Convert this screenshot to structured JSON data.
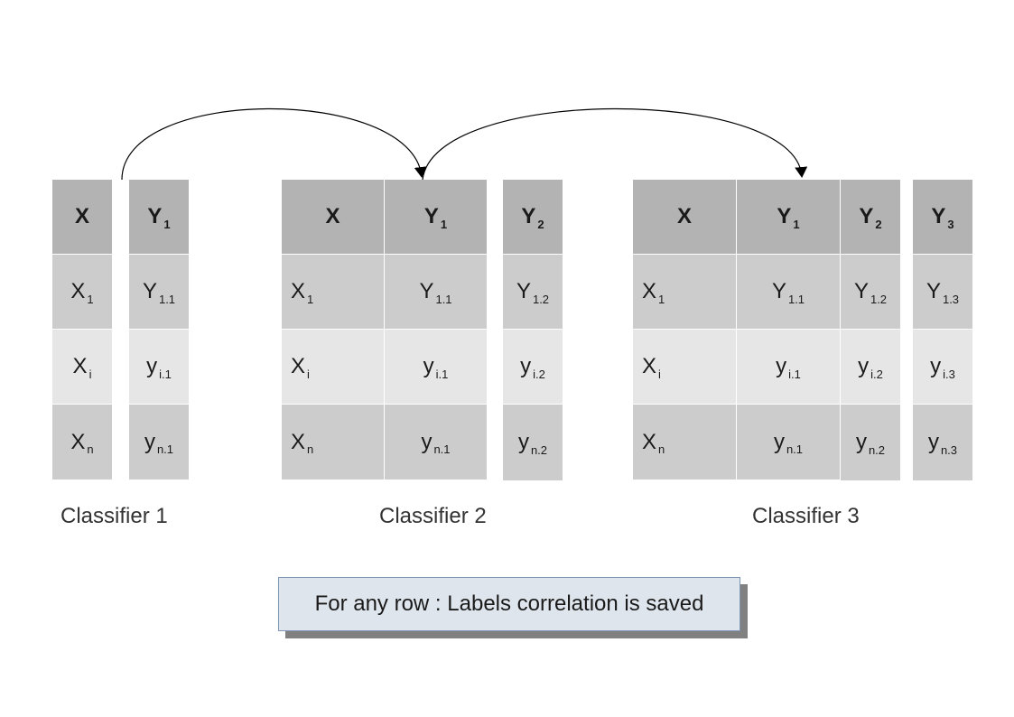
{
  "classifiers": [
    {
      "caption": "Classifier 1",
      "tables": [
        {
          "columns": [
            {
              "header": {
                "main": "X",
                "sub": ""
              },
              "cells": [
                {
                  "main": "X",
                  "sub": "1"
                },
                {
                  "main": "X",
                  "sub": "i"
                },
                {
                  "main": "X",
                  "sub": "n"
                }
              ]
            }
          ]
        },
        {
          "columns": [
            {
              "header": {
                "main": "Y",
                "sub": "1"
              },
              "cells": [
                {
                  "main": "Y",
                  "sub": "1.1"
                },
                {
                  "main": "y",
                  "sub": "i.1"
                },
                {
                  "main": "y",
                  "sub": "n.1"
                }
              ]
            }
          ]
        }
      ]
    },
    {
      "caption": "Classifier 2",
      "tables": [
        {
          "columns": [
            {
              "header": {
                "main": "X",
                "sub": ""
              },
              "cells": [
                {
                  "main": "X",
                  "sub": "1"
                },
                {
                  "main": "X",
                  "sub": "i"
                },
                {
                  "main": "X",
                  "sub": "n"
                }
              ]
            },
            {
              "header": {
                "main": "Y",
                "sub": "1"
              },
              "cells": [
                {
                  "main": "Y",
                  "sub": "1.1"
                },
                {
                  "main": "y",
                  "sub": "i.1"
                },
                {
                  "main": "y",
                  "sub": "n.1"
                }
              ]
            }
          ]
        },
        {
          "columns": [
            {
              "header": {
                "main": "Y",
                "sub": "2"
              },
              "cells": [
                {
                  "main": "Y",
                  "sub": "1.2"
                },
                {
                  "main": "y",
                  "sub": "i.2"
                },
                {
                  "main": "y",
                  "sub": "n.2"
                }
              ]
            }
          ]
        }
      ]
    },
    {
      "caption": "Classifier 3",
      "tables": [
        {
          "columns": [
            {
              "header": {
                "main": "X",
                "sub": ""
              },
              "cells": [
                {
                  "main": "X",
                  "sub": "1"
                },
                {
                  "main": "X",
                  "sub": "i"
                },
                {
                  "main": "X",
                  "sub": "n"
                }
              ]
            },
            {
              "header": {
                "main": "Y",
                "sub": "1"
              },
              "cells": [
                {
                  "main": "Y",
                  "sub": "1.1"
                },
                {
                  "main": "y",
                  "sub": "i.1"
                },
                {
                  "main": "y",
                  "sub": "n.1"
                }
              ]
            },
            {
              "header": {
                "main": "Y",
                "sub": "2"
              },
              "cells": [
                {
                  "main": "Y",
                  "sub": "1.2"
                },
                {
                  "main": "y",
                  "sub": "i.2"
                },
                {
                  "main": "y",
                  "sub": "n.2"
                }
              ]
            }
          ]
        },
        {
          "columns": [
            {
              "header": {
                "main": "Y",
                "sub": "3"
              },
              "cells": [
                {
                  "main": "Y",
                  "sub": "1.3"
                },
                {
                  "main": "y",
                  "sub": "i.3"
                },
                {
                  "main": "y",
                  "sub": "n.3"
                }
              ]
            }
          ]
        }
      ]
    }
  ],
  "note": "For any row : Labels correlation is saved",
  "colors": {
    "header": "#b3b3b3",
    "row_dark": "#cccccc",
    "row_light": "#e6e6e6",
    "note_fill": "#dfe5ec",
    "note_border": "#7e96b4",
    "shadow": "#808080"
  }
}
